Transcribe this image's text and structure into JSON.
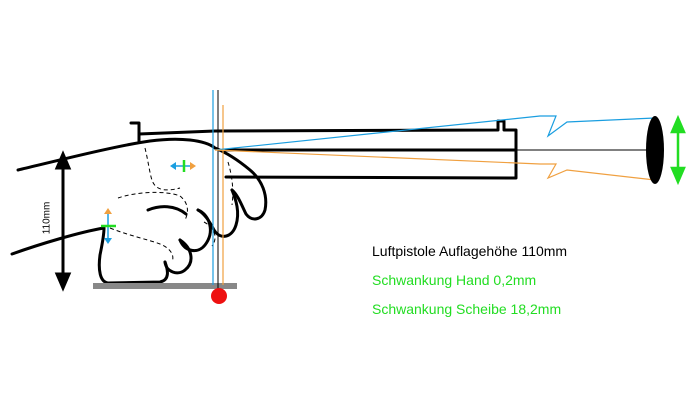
{
  "diagram": {
    "height_label": "110mm",
    "captions": [
      {
        "text": "Luftpistole Auflagehöhe 110mm",
        "color": "#000000"
      },
      {
        "text": "Schwankung Hand 0,2mm",
        "color": "#22dd22"
      },
      {
        "text": "Schwankung Scheibe 18,2mm",
        "color": "#22dd22"
      }
    ],
    "colors": {
      "outline": "#000000",
      "blue_line": "#1a9ee0",
      "orange_line": "#f0a040",
      "green_marker": "#22dd22",
      "red_pivot": "#ee1111",
      "rest_bar": "#888888"
    }
  }
}
